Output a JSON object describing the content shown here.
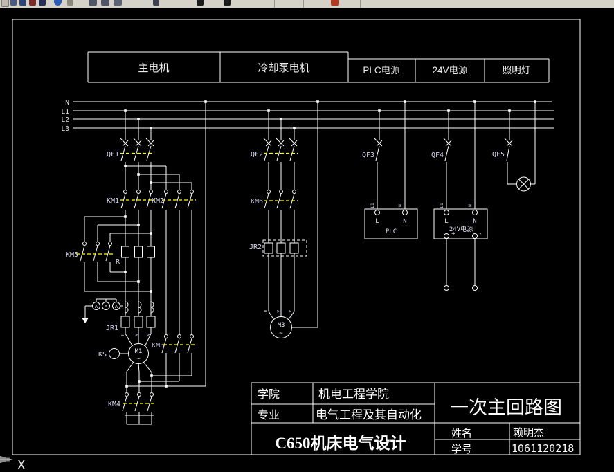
{
  "header": {
    "cells": [
      "主电机",
      "冷却泵电机",
      "PLC电源",
      "24V电源",
      "照明灯"
    ]
  },
  "bus": {
    "n": "N",
    "l1": "L1",
    "l2": "L2",
    "l3": "L3"
  },
  "components": {
    "qf1": "QF1",
    "qf2": "QF2",
    "qf3": "QF3",
    "qf4": "QF4",
    "qf5": "QF5",
    "km1": "KM1",
    "km2": "KM2",
    "km3": "KM3",
    "km4": "KM4",
    "km5": "KM5",
    "km6": "KM6",
    "jr1": "JR1",
    "jr2": "JR2",
    "r": "R",
    "ks": "KS",
    "m1": "M1",
    "m3": "M3",
    "motor_tilde": "~",
    "ammeter": "A",
    "marks": {
      "eq": "=",
      "gt": ">"
    },
    "plc": {
      "name": "PLC",
      "l": "L",
      "n": "N",
      "rot_l": "L1",
      "rot_n": "N"
    },
    "v24": {
      "name": "24V电源",
      "l": "L",
      "n": "N",
      "plus": "+",
      "minus": "-",
      "rot_l": "L1",
      "rot_n": "N"
    }
  },
  "title_block": {
    "college_label": "学院",
    "college": "机电工程学院",
    "major_label": "专业",
    "major": "电气工程及其自动化",
    "project_title": "C650机床电气设计",
    "drawing_title": "一次主回路图",
    "name_label": "姓名",
    "name": "赖明杰",
    "student_id_label": "学号",
    "student_id": "1061120218"
  },
  "ucs": {
    "x_axis": "X"
  },
  "colors": {
    "canvas_bg": "#000000",
    "wire": "#ffffff",
    "linkage_dash": "#ffff00",
    "component_label": "#d6d6ee",
    "toolbar_bg": "#d5d2ca"
  }
}
